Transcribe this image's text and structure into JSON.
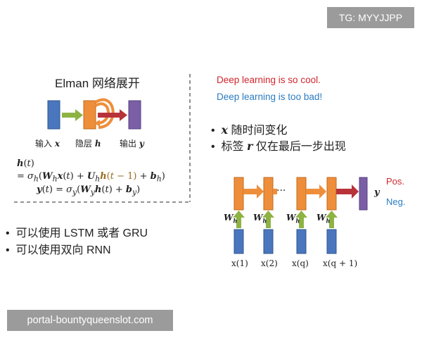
{
  "badges": {
    "tg": "TG: MYYJJPP",
    "portal": "portal-bountyqueenslot.com"
  },
  "elman": {
    "title": "Elman 网络展开",
    "input_label": "输入",
    "input_var": "x",
    "hidden_label": "隐层",
    "hidden_var": "h",
    "output_label": "输出",
    "output_var": "y",
    "eq_lines": [
      "h(t)",
      "= σh(Whx(t) + Uhh(t − 1) + bh)",
      "y(t) = σy(Wyh(t) + by)"
    ]
  },
  "left_bullets": [
    "可以使用 LSTM 或者 GRU",
    "可以使用双向 RNN"
  ],
  "examples": {
    "positive": "Deep learning is so cool.",
    "negative": "Deep learning is too bad!"
  },
  "right_bullets": {
    "b1_var": "x",
    "b1_text": "随时间变化",
    "b2_prefix": "标签",
    "b2_var": "r",
    "b2_text": "仅在最后一步出现"
  },
  "rnn": {
    "ellipsis": "···",
    "weight_label": "W",
    "weight_sub": "h",
    "output_var": "y",
    "pos_label": "Pos.",
    "neg_label": "Neg.",
    "inputs": [
      "x(1)",
      "x(2)",
      "x(q)",
      "x(q + 1)"
    ]
  },
  "colors": {
    "input_blue": "#4a76be",
    "hidden_orange": "#ee8e3a",
    "output_purple": "#7b5fa6",
    "arrow_green": "#8db342",
    "arrow_red": "#b8323a",
    "pos_red": "#d0262d",
    "neg_blue": "#2b7cc0"
  }
}
